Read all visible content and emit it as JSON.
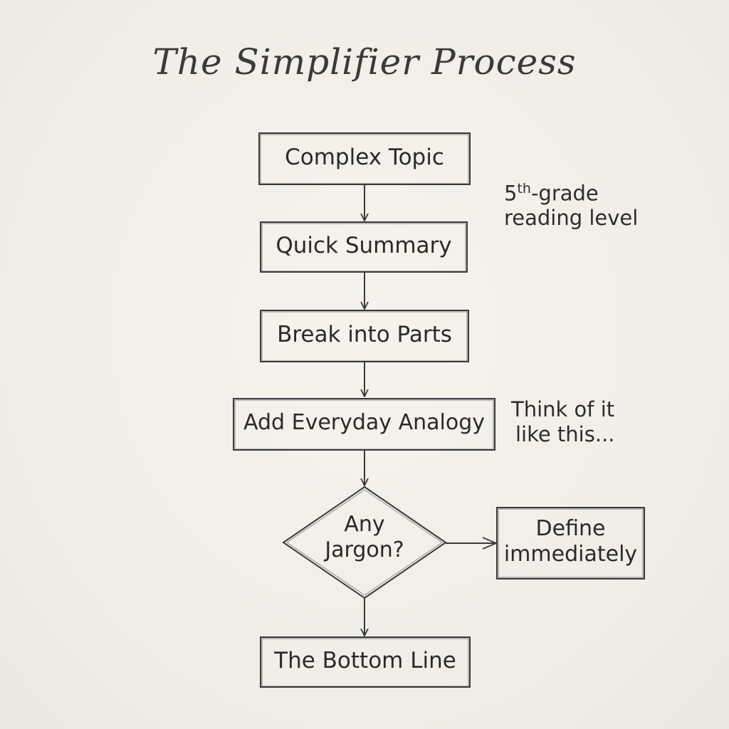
{
  "title": "The Simplifier Process",
  "nodes": {
    "complex_topic": "Complex Topic",
    "quick_summary": "Quick Summary",
    "break_parts": "Break into Parts",
    "analogy": "Add Everyday Analogy",
    "jargon_line1": "Any",
    "jargon_line2": "Jargon?",
    "define_line1": "Define",
    "define_line2": "immediately",
    "bottom_line": "The Bottom Line"
  },
  "notes": {
    "grade_number": "5",
    "grade_sup": "th",
    "grade_rest": "-grade",
    "grade_line2": "reading level",
    "think_line1": "Think of it",
    "think_line2": "like this..."
  },
  "colors": {
    "paper": "#f1efe8",
    "ink": "#3a3a3a"
  }
}
